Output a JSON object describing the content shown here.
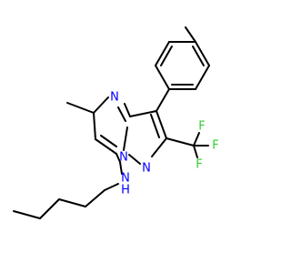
{
  "molecule": {
    "colors": {
      "bond": "#000000",
      "nitrogen": "#0000ff",
      "fluorine": "#33cc33",
      "background": "#ffffff"
    },
    "atoms": {
      "n_ring": "N",
      "n_bridge": "N",
      "n_pyrazole": "N",
      "n_amine": "N",
      "h_amine": "H",
      "f_top": "F",
      "f_right": "F",
      "f_bottom": "F"
    }
  }
}
